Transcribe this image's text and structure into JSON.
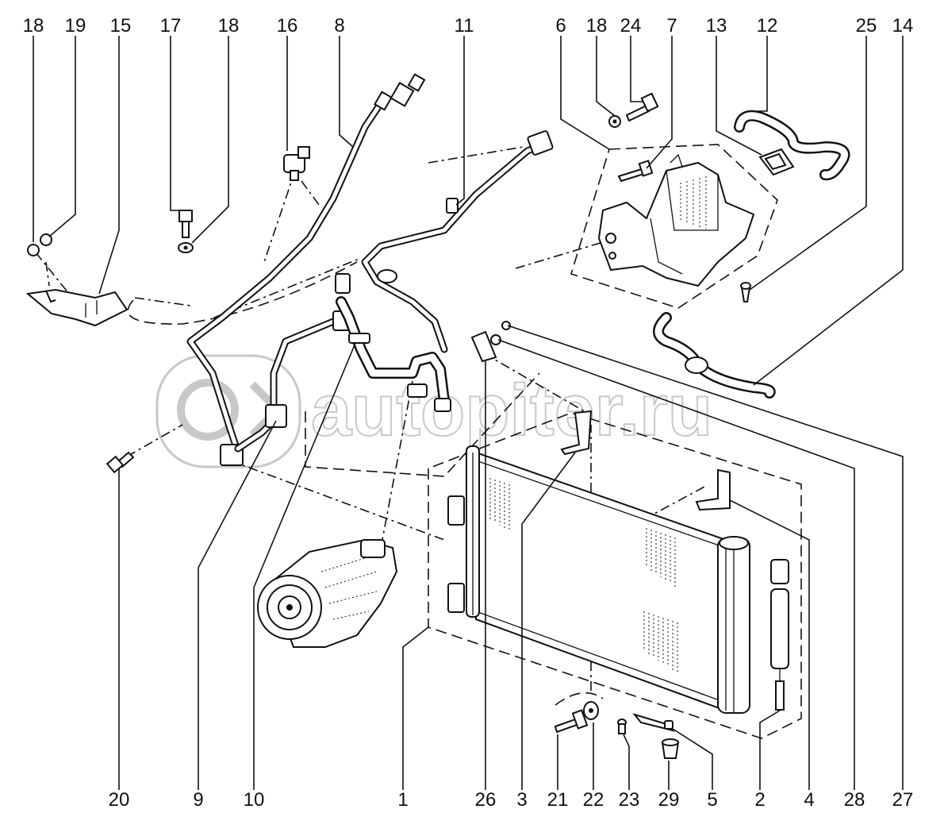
{
  "watermark": {
    "text": "autopiter.ru"
  },
  "callouts": {
    "top": [
      "18",
      "19",
      "15",
      "17",
      "18",
      "16",
      "8",
      "11",
      "6",
      "18",
      "24",
      "7",
      "13",
      "12",
      "25",
      "14"
    ],
    "bottom": [
      "20",
      "9",
      "10",
      "1",
      "26",
      "3",
      "21",
      "22",
      "23",
      "29",
      "5",
      "2",
      "4",
      "28",
      "27"
    ]
  }
}
